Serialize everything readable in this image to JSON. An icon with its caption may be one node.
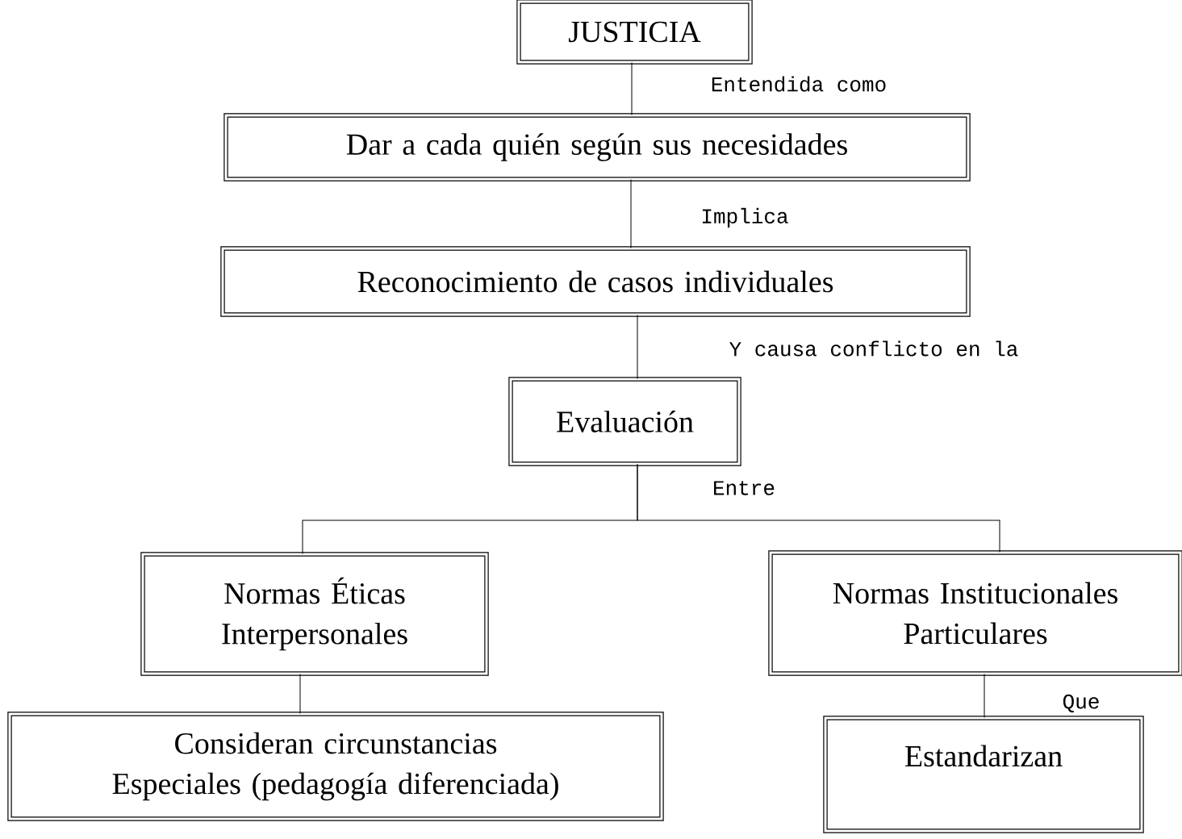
{
  "diagram": {
    "nodes": [
      {
        "text": [
          "JUSTICIA"
        ]
      },
      {
        "text": [
          "Dar a cada quién según sus necesidades"
        ]
      },
      {
        "text": [
          "Reconocimiento de casos individuales"
        ]
      },
      {
        "text": [
          "Evaluación"
        ]
      },
      {
        "text": [
          "Normas Éticas Interpersonales"
        ]
      },
      {
        "text": [
          "Normas Institucionales Particulares"
        ]
      },
      {
        "text": [
          "Consideran circunstancias Especiales (pedagogía diferenciada)"
        ]
      },
      {
        "text": [
          "Estandarizan"
        ]
      }
    ],
    "edges": [
      {
        "from": 0,
        "to": 1,
        "arrow": "none",
        "label": "Entendida como"
      },
      {
        "from": 1,
        "to": 2,
        "arrow": "none",
        "label": "Implica"
      },
      {
        "from": 2,
        "to": 3,
        "arrow": "none",
        "label": "Y causa conflicto en la"
      },
      {
        "from": 3,
        "to": 4,
        "arrow": "none"
      },
      {
        "from": 3,
        "to": 5,
        "arrow": "none",
        "label": "Entre"
      },
      {
        "from": 4,
        "to": 6,
        "arrow": "none"
      },
      {
        "from": 5,
        "to": 7,
        "arrow": "none",
        "label": "Que"
      }
    ]
  }
}
